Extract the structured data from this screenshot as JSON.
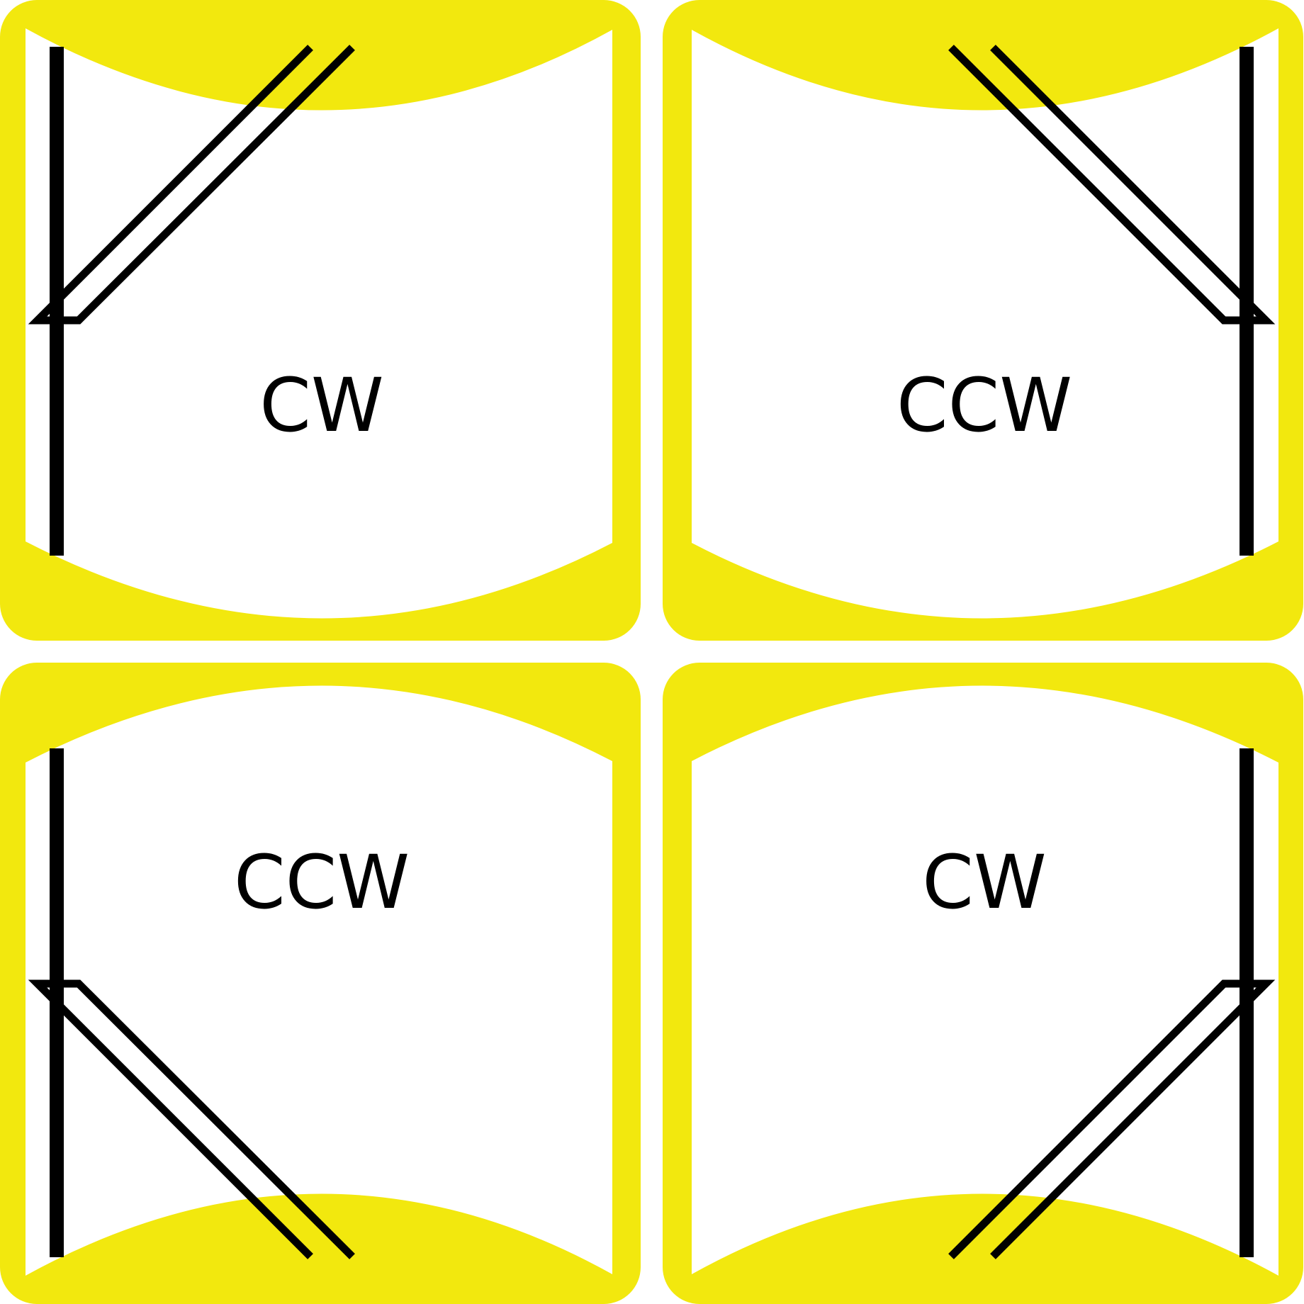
{
  "colors": {
    "accent_yellow": "#F2E80E",
    "background": "#FFFFFF",
    "stroke": "#000000"
  },
  "panels": [
    {
      "label": "CW"
    },
    {
      "label": "CCW"
    },
    {
      "label": "CCW"
    },
    {
      "label": "CW"
    }
  ]
}
